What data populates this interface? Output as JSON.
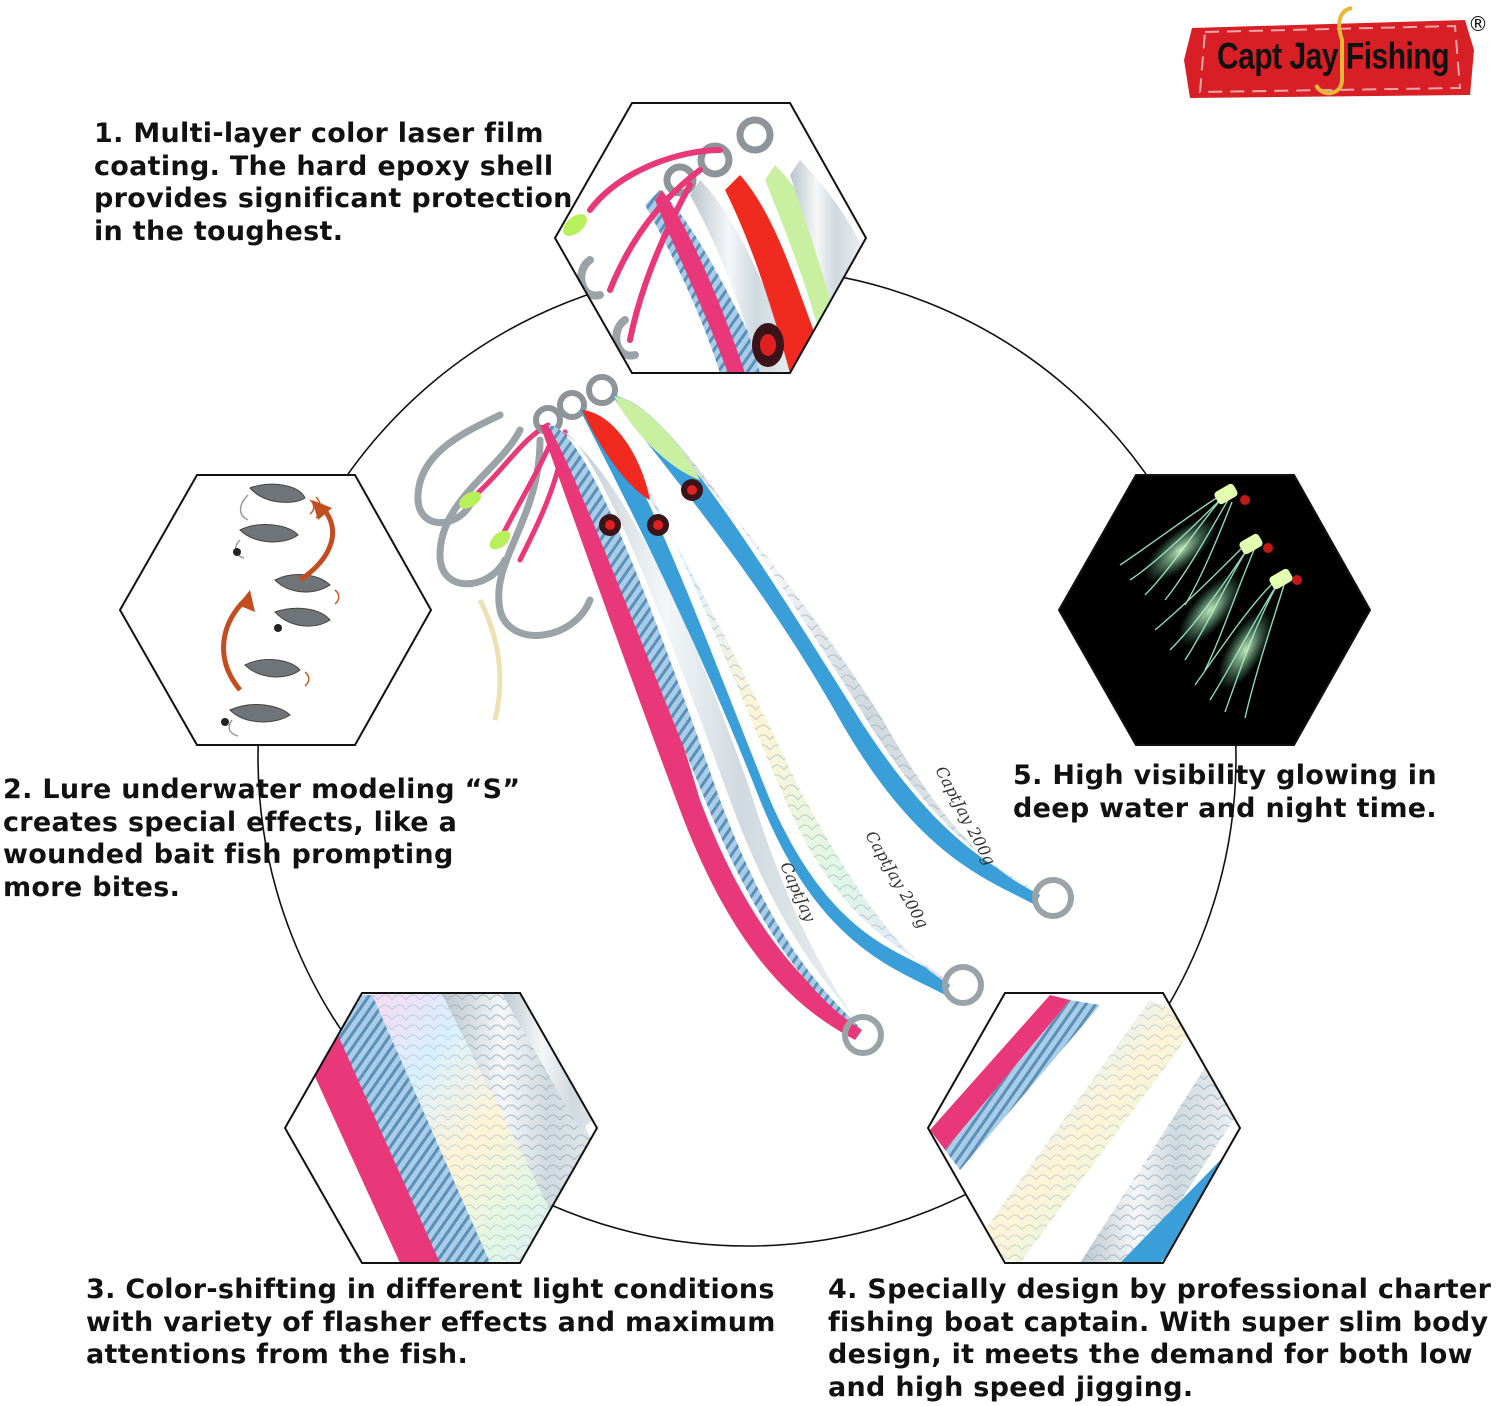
{
  "brand": {
    "logo_text": "Capt Jay Fishing",
    "registered_mark": "®",
    "logo_color": "#d81f26"
  },
  "lure_engraving": [
    "CaptJay 200g",
    "CaptJay 200g",
    "CaptJay"
  ],
  "features": [
    {
      "lines": [
        "1. Multi-layer color laser film",
        "coating. The hard epoxy shell",
        "provides significant protection",
        "in the toughest."
      ]
    },
    {
      "lines": [
        "2. Lure underwater modeling “S”",
        "creates special effects, like a",
        "wounded bait fish prompting",
        "more bites."
      ]
    },
    {
      "lines": [
        "3. Color-shifting in different light conditions",
        "with variety of flasher effects and maximum",
        "attentions from the fish."
      ]
    },
    {
      "lines": [
        "4. Specially design by professional charter",
        "fishing boat captain. With super slim body",
        "design, it meets the demand for both low",
        "and high speed jigging."
      ]
    },
    {
      "lines": [
        "5. High visibility glowing in",
        "deep water and night time."
      ]
    }
  ],
  "colors": {
    "pink": "#e8387a",
    "blue": "#3a9fd8",
    "red": "#f02a1e",
    "glow": "#c8f0a0",
    "silver": "#dfe6ea"
  }
}
